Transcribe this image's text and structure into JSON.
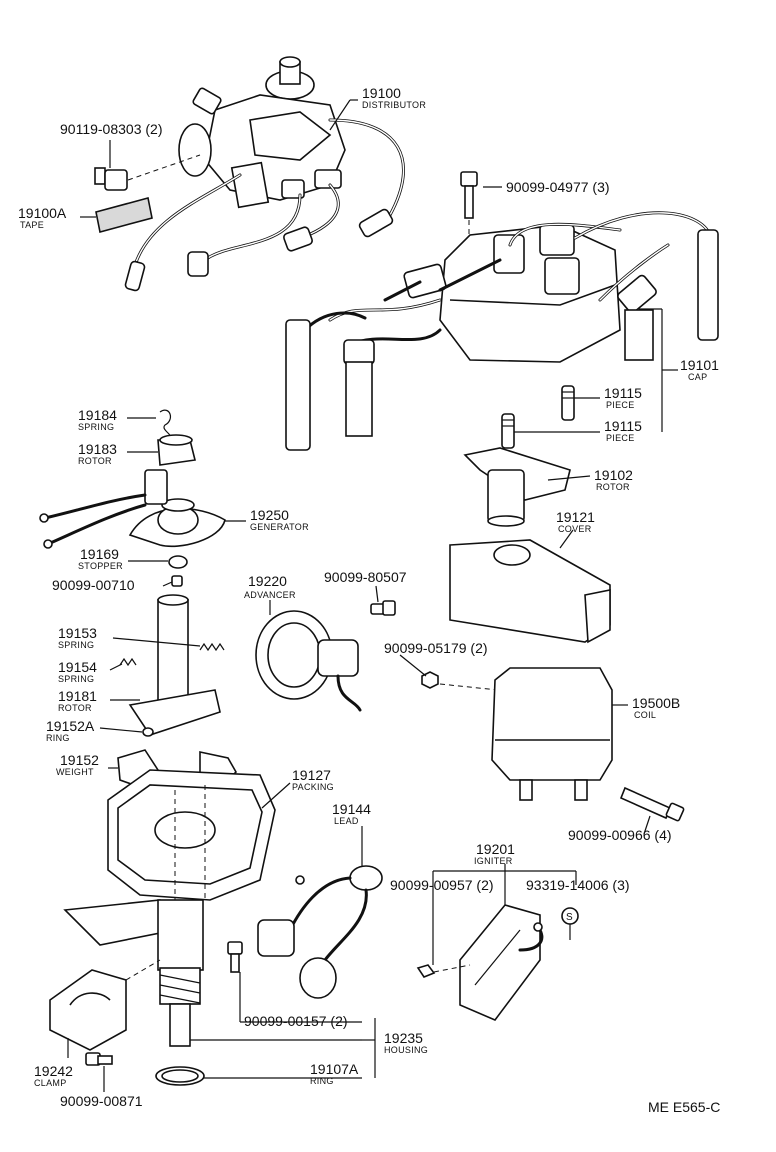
{
  "diagram": {
    "reference_code": "ME E565-C",
    "callouts": [
      {
        "id": "c19100",
        "number": "19100",
        "name": "DISTRIBUTOR"
      },
      {
        "id": "c90119",
        "number": "90119-08303 (2)",
        "name": ""
      },
      {
        "id": "c19100a",
        "number": "19100A",
        "name": "TAPE"
      },
      {
        "id": "c90099_04977",
        "number": "90099-04977 (3)",
        "name": ""
      },
      {
        "id": "c19101",
        "number": "19101",
        "name": "CAP"
      },
      {
        "id": "c19115a",
        "number": "19115",
        "name": "PIECE"
      },
      {
        "id": "c19115b",
        "number": "19115",
        "name": "PIECE"
      },
      {
        "id": "c19102",
        "number": "19102",
        "name": "ROTOR"
      },
      {
        "id": "c19184",
        "number": "19184",
        "name": "SPRING"
      },
      {
        "id": "c19183",
        "number": "19183",
        "name": "ROTOR"
      },
      {
        "id": "c19250",
        "number": "19250",
        "name": "GENERATOR"
      },
      {
        "id": "c19169",
        "number": "19169",
        "name": "STOPPER"
      },
      {
        "id": "c90099_00710",
        "number": "90099-00710",
        "name": ""
      },
      {
        "id": "c19220",
        "number": "19220",
        "name": "ADVANCER"
      },
      {
        "id": "c90099_80507",
        "number": "90099-80507",
        "name": ""
      },
      {
        "id": "c19121",
        "number": "19121",
        "name": "COVER"
      },
      {
        "id": "c19153",
        "number": "19153",
        "name": "SPRING"
      },
      {
        "id": "c19154",
        "number": "19154",
        "name": "SPRING"
      },
      {
        "id": "c19181",
        "number": "19181",
        "name": "ROTOR"
      },
      {
        "id": "c19152a",
        "number": "19152A",
        "name": "RING"
      },
      {
        "id": "c19152",
        "number": "19152",
        "name": "WEIGHT"
      },
      {
        "id": "c90099_05179",
        "number": "90099-05179 (2)",
        "name": ""
      },
      {
        "id": "c19500b",
        "number": "19500B",
        "name": "COIL"
      },
      {
        "id": "c19127",
        "number": "19127",
        "name": "PACKING"
      },
      {
        "id": "c19144",
        "number": "19144",
        "name": "LEAD"
      },
      {
        "id": "c90099_00966",
        "number": "90099-00966 (4)",
        "name": ""
      },
      {
        "id": "c19201",
        "number": "19201",
        "name": "IGNITER"
      },
      {
        "id": "c90099_00957",
        "number": "90099-00957 (2)",
        "name": ""
      },
      {
        "id": "c93319",
        "number": "93319-14006 (3)",
        "name": ""
      },
      {
        "id": "c90099_00157",
        "number": "90099-00157 (2)",
        "name": ""
      },
      {
        "id": "c19235",
        "number": "19235",
        "name": "HOUSING"
      },
      {
        "id": "c19107a",
        "number": "19107A",
        "name": "RING"
      },
      {
        "id": "c19242",
        "number": "19242",
        "name": "CLAMP"
      },
      {
        "id": "c90099_00871",
        "number": "90099-00871",
        "name": ""
      }
    ],
    "symbol_s": "S"
  }
}
